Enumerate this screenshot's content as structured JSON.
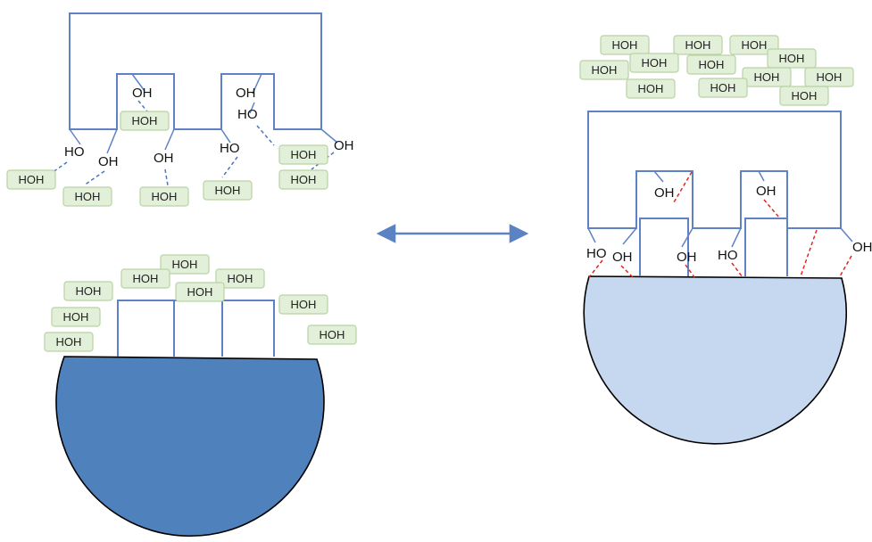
{
  "water_label": "HOH",
  "hydroxyl_labels": {
    "oh": "OH",
    "ho": "HO"
  },
  "colors": {
    "frame": "#5f82c6",
    "water_fill": "#e2efd9",
    "water_border": "#b9d2a4",
    "hbond_solvated": "#4f76bd",
    "hbond_surface": "#e3261b",
    "surface_left": "#4f81bd",
    "surface_right": "#c5d8ef",
    "arrow": "#5b82c3"
  },
  "arrow": "double-headed equilibrium arrow"
}
